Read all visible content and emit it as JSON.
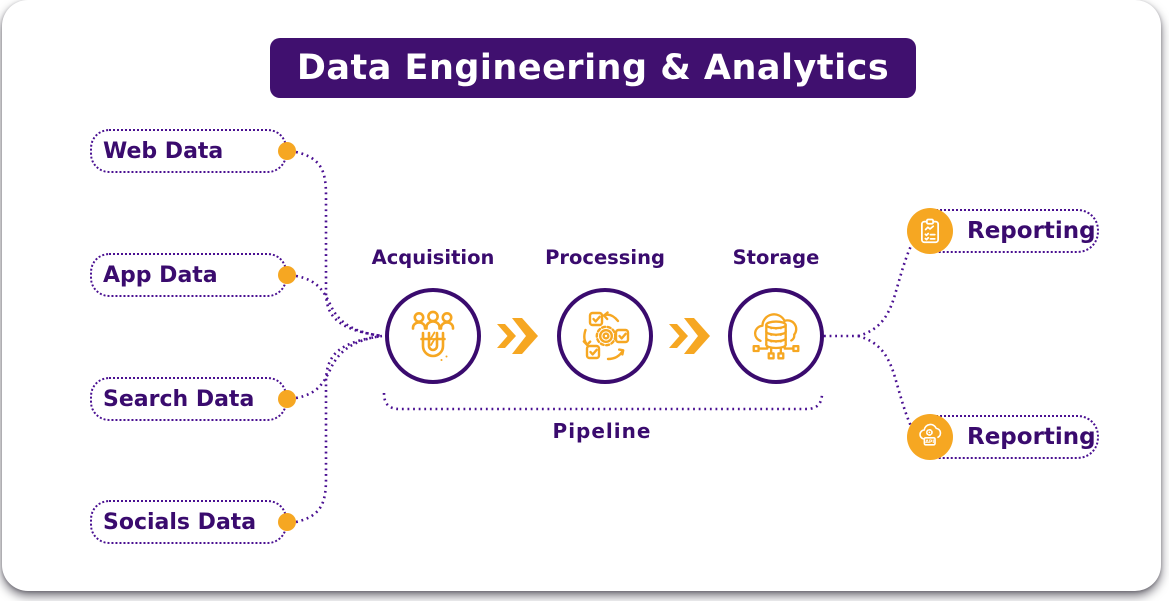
{
  "title": "Data Engineering & Analytics",
  "colors": {
    "banner_purple": "#40106F",
    "text_purple": "#3A0B6E",
    "line_purple": "#4A1091",
    "accent_orange": "#F6A722",
    "white": "#FFFFFF"
  },
  "sources": [
    {
      "label": "Web Data"
    },
    {
      "label": "App Data"
    },
    {
      "label": "Search Data"
    },
    {
      "label": "Socials Data"
    }
  ],
  "stages": [
    {
      "label": "Acquisition",
      "icon": "magnet-people-icon"
    },
    {
      "label": "Processing",
      "icon": "gear-cycle-icon"
    },
    {
      "label": "Storage",
      "icon": "cloud-database-icon"
    }
  ],
  "pipeline_label": "Pipeline",
  "outputs": [
    {
      "label": "Reporting",
      "icon": "report-clipboard-icon"
    },
    {
      "label": "Reporting",
      "icon": "cloud-api-icon",
      "api_label": "API"
    }
  ]
}
